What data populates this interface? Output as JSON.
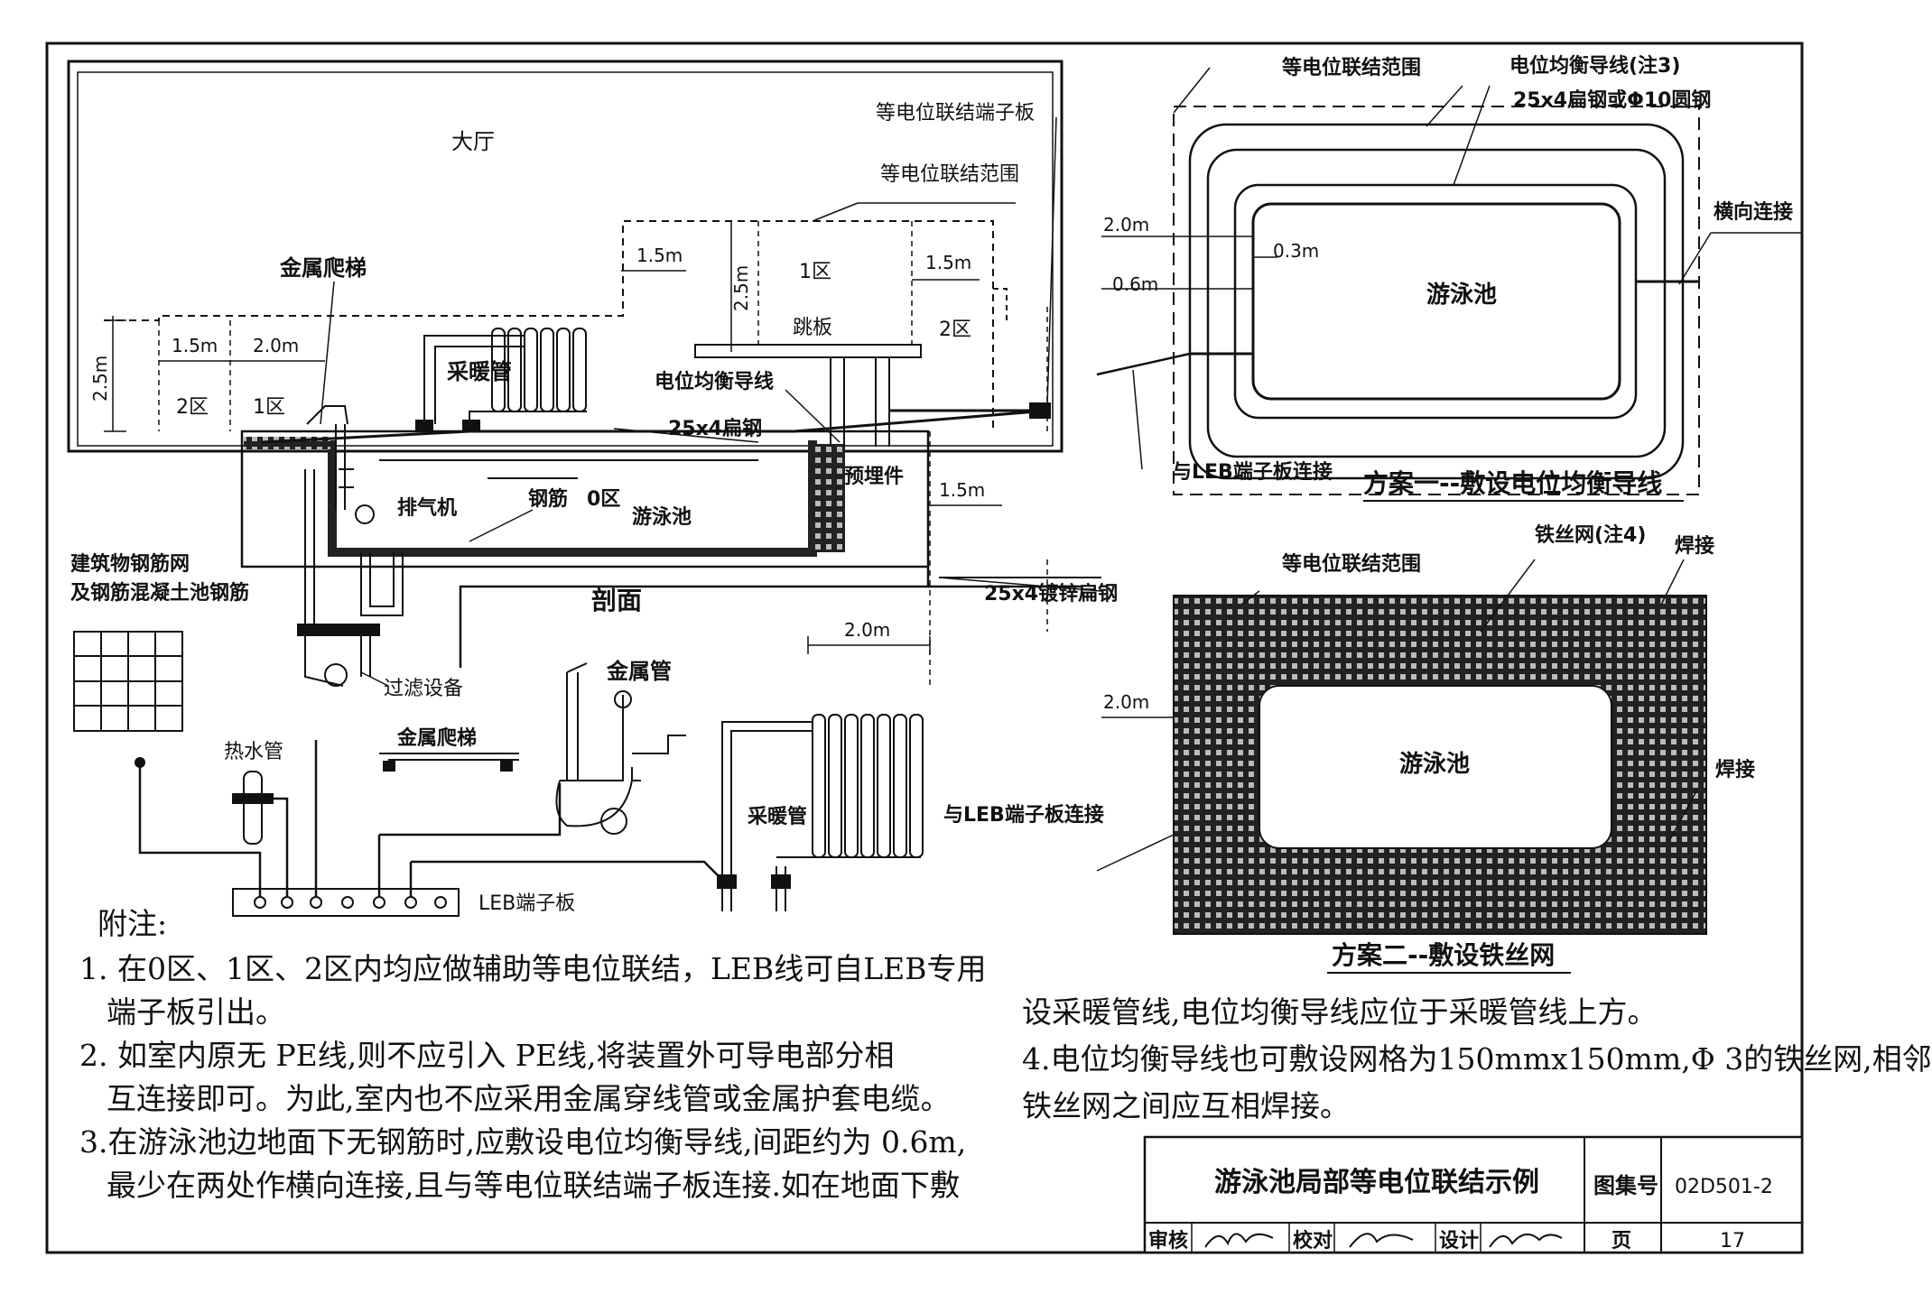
{
  "section": {
    "hall": "大厅",
    "ebz_board": "等电位联结端子板",
    "eb_range": "等电位联结范围",
    "ladder": "金属爬梯",
    "radiator": "采暖管",
    "equalizing_wire": "电位均衡导线",
    "flat_steel": "25x4扁钢",
    "embedded": "预埋件",
    "exhaust": "排气机",
    "rebar": "钢筋",
    "pool": "游泳池",
    "zone0": "0区",
    "zone1": "1区",
    "zone2": "2区",
    "dive": "跳板",
    "galv_flat": "25x4镀锌扁钢",
    "section_title": "剖面",
    "building_rebar_1": "建筑物钢筋网",
    "building_rebar_2": "及钢筋混凝土池钢筋",
    "filter": "过滤设备",
    "dims": {
      "d15": "1.5m",
      "d20": "2.0m",
      "d25": "2.5m"
    }
  },
  "leb": {
    "hot_water": "热水管",
    "ladder": "金属爬梯",
    "metal_pipe": "金属管",
    "radiator": "采暖管",
    "board": "LEB端子板"
  },
  "plan1": {
    "eb_range": "等电位联结范围",
    "wire_note": "电位均衡导线(注3)",
    "wire_spec": "25x4扁钢或Φ10圆钢",
    "cross_link": "横向连接",
    "pool": "游泳池",
    "to_leb": "与LEB端子板连接",
    "d20": "2.0m",
    "d03": "0.3m",
    "d06": "0.6m",
    "caption": "方案一--敷设电位均衡导线"
  },
  "plan2": {
    "eb_range": "等电位联结范围",
    "mesh": "铁丝网(注4)",
    "weld1": "焊接",
    "weld2": "焊接",
    "pool": "游泳池",
    "to_leb": "与LEB端子板连接",
    "d20": "2.0m",
    "caption": "方案二--敷设铁丝网"
  },
  "notes": {
    "heading": "附注:",
    "n1a": "1. 在0区、1区、2区内均应做辅助等电位联结，LEB线可自LEB专用",
    "n1b": "端子板引出。",
    "n2a": "2. 如室内原无 PE线,则不应引入 PE线,将装置外可导电部分相",
    "n2b": "互连接即可。为此,室内也不应采用金属穿线管或金属护套电缆。",
    "n3a": "3.在游泳池边地面下无钢筋时,应敷设电位均衡导线,间距约为 0.6m,",
    "n3b": "最少在两处作横向连接,且与等电位联结端子板连接.如在地面下敷",
    "n3c": "设采暖管线,电位均衡导线应位于采暖管线上方。",
    "n4a": "4.电位均衡导线也可敷设网格为150mmx150mm,Φ 3的铁丝网,相邻",
    "n4b": "铁丝网之间应互相焊接。"
  },
  "title_block": {
    "title": "游泳池局部等电位联结示例",
    "atlas_label": "图集号",
    "atlas_no": "02D501-2",
    "review": "审核",
    "check": "校对",
    "design": "设计",
    "page_label": "页",
    "page_no": "17"
  }
}
